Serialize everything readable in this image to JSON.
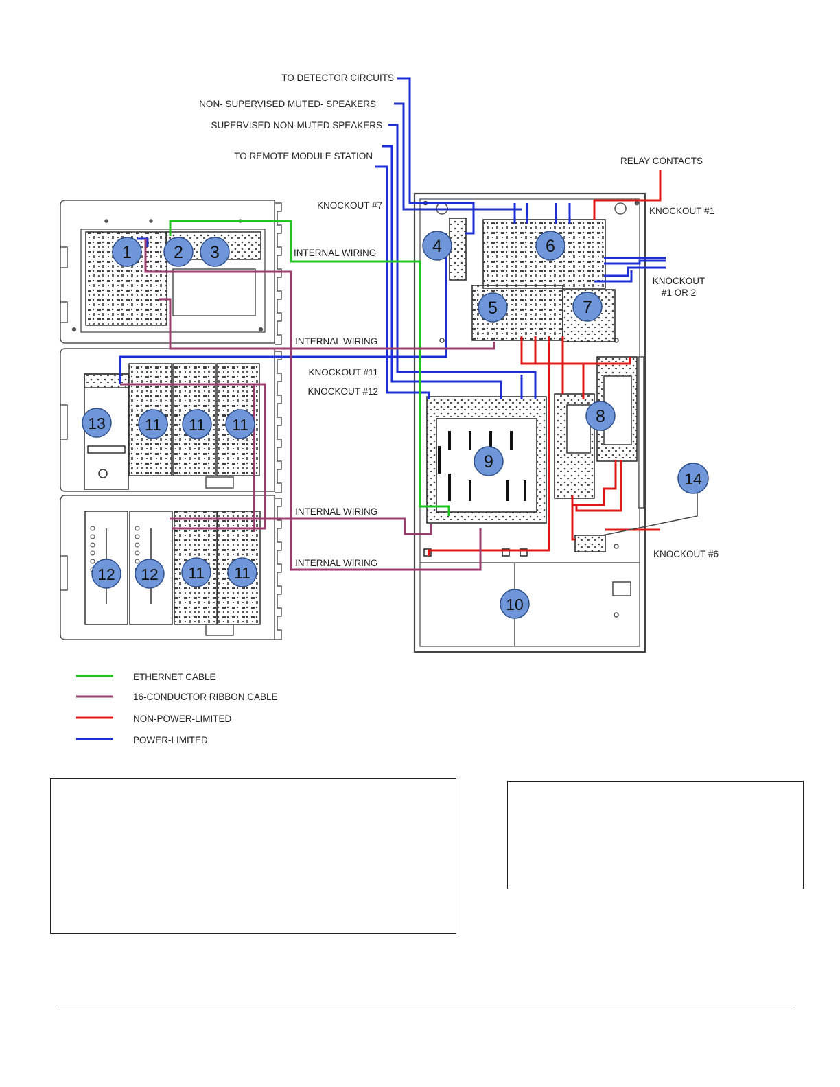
{
  "labels": {
    "to_detector": "TO DETECTOR CIRCUITS",
    "non_supervised": "NON- SUPERVISED MUTED- SPEAKERS",
    "supervised": "SUPERVISED NON-MUTED SPEAKERS",
    "remote_module": "TO REMOTE MODULE STATION",
    "relay_contacts": "RELAY CONTACTS",
    "knockout_7": "KNOCKOUT #7",
    "knockout_1": "KNOCKOUT #1",
    "knockout_1or2_line1": "KNOCKOUT",
    "knockout_1or2_line2": "#1 OR 2",
    "knockout_11": "KNOCKOUT #11",
    "knockout_12": "KNOCKOUT #12",
    "knockout_6": "KNOCKOUT #6",
    "internal_wiring": "INTERNAL WIRING"
  },
  "markers": [
    "1",
    "2",
    "3",
    "4",
    "5",
    "6",
    "7",
    "8",
    "9",
    "10",
    "11",
    "12",
    "13",
    "14"
  ],
  "legend": [
    {
      "label": "ETHERNET CABLE",
      "color": "#22c422"
    },
    {
      "label": "16-CONDUCTOR RIBBON CABLE",
      "color": "#9b3d6e"
    },
    {
      "label": "NON-POWER-LIMITED",
      "color": "#e01818"
    },
    {
      "label": "POWER-LIMITED",
      "color": "#1f2fd6"
    }
  ],
  "colors": {
    "marker_fill": "#6e96d8",
    "marker_stroke": "#2f4f8a",
    "panel_line": "#555555",
    "board_line": "#333333"
  }
}
